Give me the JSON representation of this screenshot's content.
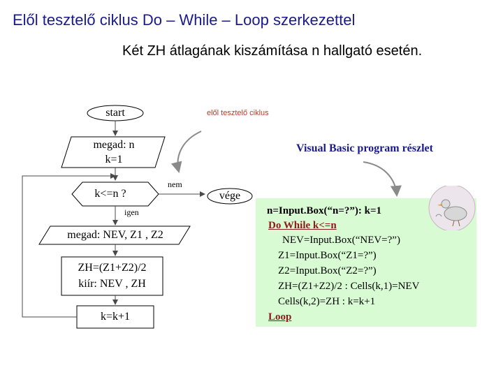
{
  "title": "Elől tesztelő ciklus Do – While – Loop szerkezettel",
  "subtitle": "Két ZH átlagának kiszámítása n hallgató esetén.",
  "annotations": {
    "pre_test_loop": "elől tesztelő ciklus",
    "vb_excerpt": "Visual Basic program részlet"
  },
  "flowchart": {
    "start": "start",
    "input_n_line1": "megad: n",
    "input_n_line2": "k=1",
    "condition": "k<=n ?",
    "yes_label": "igen",
    "no_label": "nem",
    "end": "vége",
    "input_grades": "megad: NEV, Z1 , Z2",
    "compute_line1": "ZH=(Z1+Z2)/2",
    "compute_line2": "kiír: NEV , ZH",
    "increment": "k=k+1"
  },
  "code": {
    "line1": "n=Input.Box(“n=?”): k=1",
    "line2": "Do While k<=n",
    "line3": "NEV=Input.Box(“NEV=?”)",
    "line4": "Z1=Input.Box(“Z1=?”)",
    "line5": "Z2=Input.Box(“Z2=?”)",
    "line6": "ZH=(Z1+Z2)/2 : Cells(k,1)=NEV",
    "line7": "Cells(k,2)=ZH : k=k+1",
    "line8": "Loop"
  },
  "colors": {
    "title": "#1a1a8c",
    "code_background": "#d9fbd4",
    "keyword": "#8b1a1a",
    "arrow": "#4a4a4a"
  }
}
